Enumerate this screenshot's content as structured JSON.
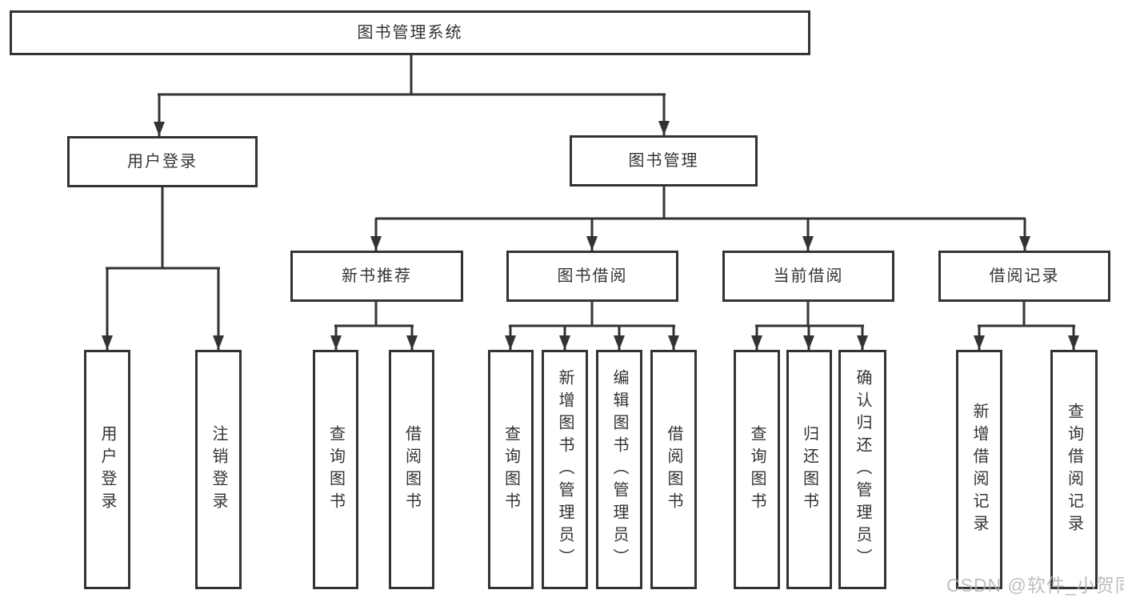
{
  "diagram": {
    "root": {
      "label": "图书管理系统"
    },
    "level2": {
      "user_login": {
        "label": "用户登录"
      },
      "book_management": {
        "label": "图书管理"
      }
    },
    "level3": {
      "new_book_recommend": {
        "label": "新书推荐"
      },
      "book_borrow": {
        "label": "图书借阅"
      },
      "current_borrow": {
        "label": "当前借阅"
      },
      "borrow_records": {
        "label": "借阅记录"
      }
    },
    "leaves": {
      "user_login": {
        "label": "用户登录"
      },
      "logout": {
        "label": "注销登录"
      },
      "search_books_recommend": {
        "label": "查询图书"
      },
      "borrow_books_recommend": {
        "label": "借阅图书"
      },
      "search_books_borrow": {
        "label": "查询图书"
      },
      "add_books_admin": {
        "label": "新增图书（管理员）"
      },
      "edit_books_admin": {
        "label": "编辑图书（管理员）"
      },
      "borrow_books_main": {
        "label": "借阅图书"
      },
      "search_books_current": {
        "label": "查询图书"
      },
      "return_books": {
        "label": "归还图书"
      },
      "confirm_return_admin": {
        "label": "确认归还（管理员）"
      },
      "add_borrow_record": {
        "label": "新增借阅记录"
      },
      "search_borrow_record": {
        "label": "查询借阅记录"
      }
    }
  },
  "watermark": {
    "text": "CSDN @软件_小贺同学"
  },
  "colors": {
    "line": "#333333",
    "text": "#333333",
    "box_background": "#ffffff",
    "background": "#ffffff",
    "watermark": "#b3b3b3"
  }
}
